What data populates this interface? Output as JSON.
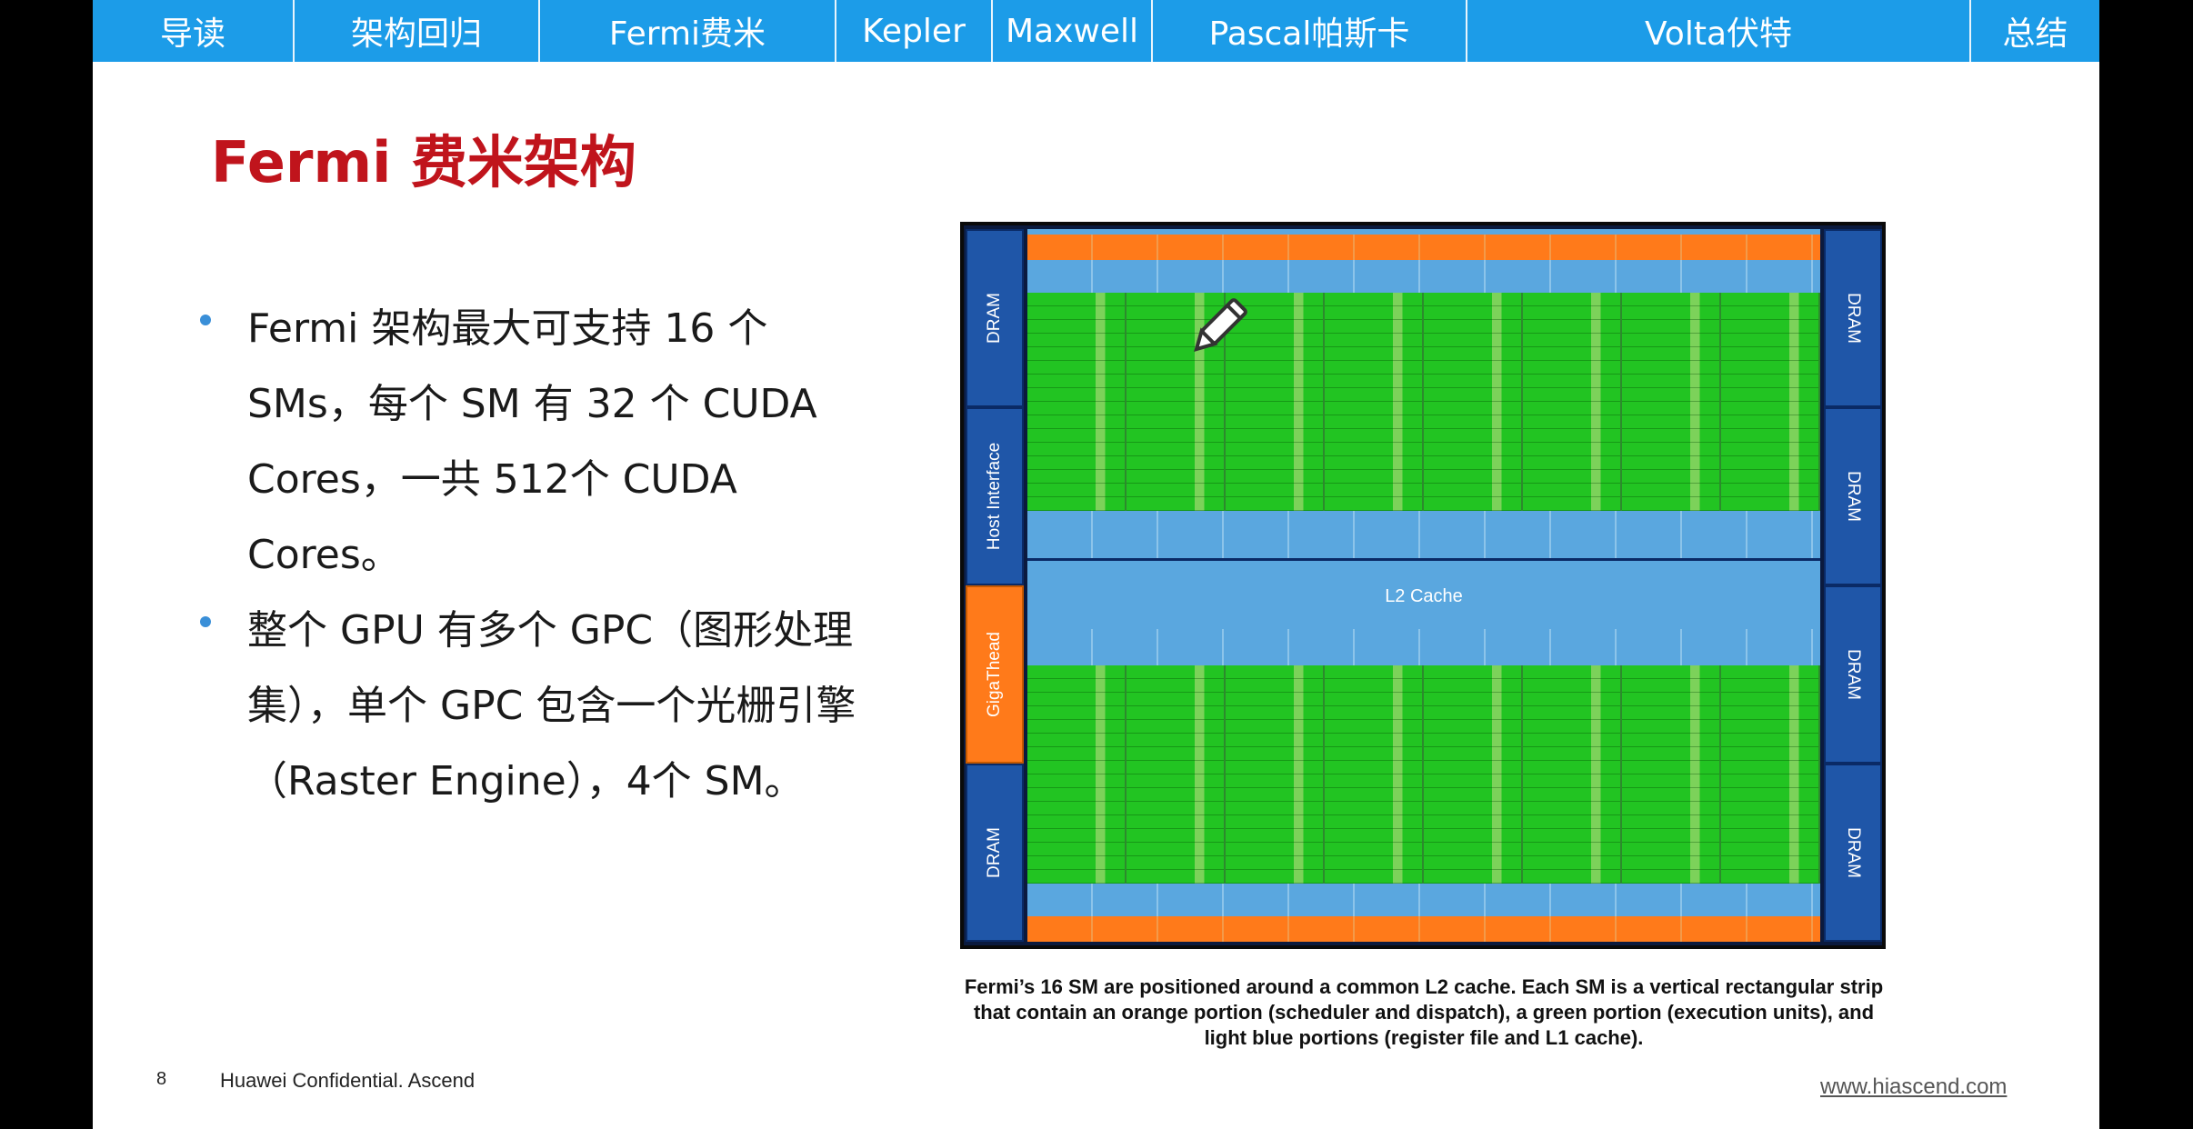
{
  "nav": {
    "tabs": [
      {
        "label": "导读"
      },
      {
        "label": "架构回归"
      },
      {
        "label": "Fermi费米"
      },
      {
        "label": "Kepler"
      },
      {
        "label": "Maxwell"
      },
      {
        "label": "Pascal帕斯卡"
      },
      {
        "label": "Volta伏特"
      },
      {
        "label": "总结"
      }
    ],
    "color": "#1c9ce8"
  },
  "title": "Fermi 费米架构",
  "title_color": "#c0141c",
  "bullets": [
    "Fermi 架构最大可支持 16 个 SMs，每个 SM 有 32 个 CUDA Cores，一共 512个 CUDA Cores。",
    "整个 GPU 有多个 GPC（图形处理集），单个 GPC 包含一个光栅引擎（Raster Engine），4个 SM。"
  ],
  "diagram": {
    "left_labels": [
      "DRAM",
      "Host Interface",
      "GigaThead",
      "DRAM"
    ],
    "right_labels": [
      "DRAM",
      "DRAM",
      "DRAM",
      "DRAM"
    ],
    "center_label": "L2 Cache"
  },
  "caption": "Fermi’s 16 SM are positioned around a common L2 cache. Each SM is a vertical rectangular strip that contain an orange portion (scheduler and dispatch), a green portion (execution units), and light blue portions (register file and L1 cache).",
  "footer": {
    "page_number": "8",
    "confidential": "Huawei Confidential. Ascend",
    "url": "www.hiascend.com"
  }
}
